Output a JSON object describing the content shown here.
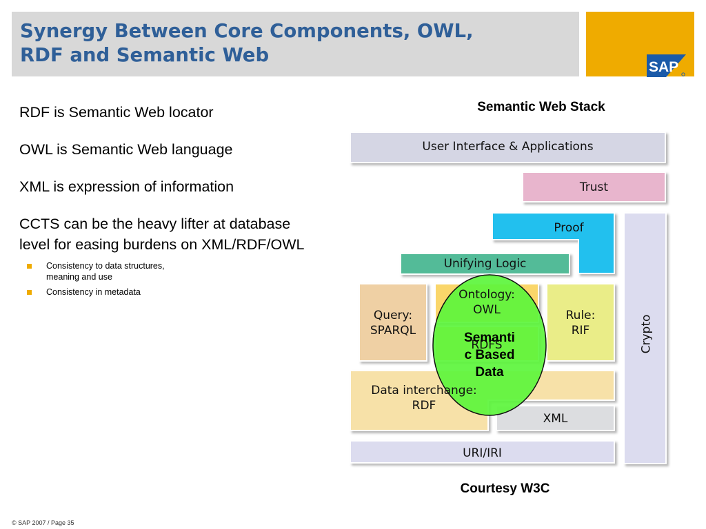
{
  "slide": {
    "title_line1": "Synergy Between Core Components, OWL,",
    "title_line2": "RDF and Semantic Web",
    "bullets": [
      "RDF is Semantic Web locator",
      "OWL is Semantic Web language",
      "XML is expression of information",
      "CCTS can be the heavy lifter at database level for easing burdens on XML/RDF/OWL"
    ],
    "sub_bullets": [
      "Consistency to data structures, meaning and use",
      "Consistency in metadata"
    ],
    "footer": "© SAP 2007 / Page 35"
  },
  "logo": {
    "text": "SAP",
    "icon": "sap-logo-icon",
    "color": "#1a5aa8"
  },
  "diagram": {
    "caption_top": "Semantic Web Stack",
    "caption_bottom": "Courtesy W3C",
    "layers": {
      "ui": "User Interface & Applications",
      "trust": "Trust",
      "proof": "Proof",
      "logic": "Unifying Logic",
      "query_line1": "Query:",
      "query_line2": "SPARQL",
      "ontology_line1": "Ontology:",
      "ontology_line2": "OWL",
      "rdfs": "RDFS",
      "rule_line1": "Rule:",
      "rule_line2": "RIF",
      "rdf_line1": "Data interchange:",
      "rdf_line2": "RDF",
      "xml": "XML",
      "uri": "URI/IRI",
      "crypto": "Crypto"
    },
    "overlay": {
      "line1": "Semanti",
      "line2": "c Based",
      "line3": "Data"
    },
    "colors": {
      "ui": "#d5d6e4",
      "trust": "#e8b5cd",
      "proof": "#22c0ee",
      "logic": "#53bb98",
      "query": "#efd0a4",
      "ontology": "#fad66a",
      "rdfs": "#fad66a",
      "rule": "#eaed88",
      "rdf": "#f7e1a8",
      "xml": "#dcdde0",
      "uri": "#dcdcef",
      "crypto": "#dcdcef",
      "overlay": "#5cf53c"
    }
  },
  "theme": {
    "title_color": "#2f5f98",
    "title_bar": "#d8d8d8",
    "logo_box": "#efab00",
    "bullet_marker": "#efab00"
  }
}
